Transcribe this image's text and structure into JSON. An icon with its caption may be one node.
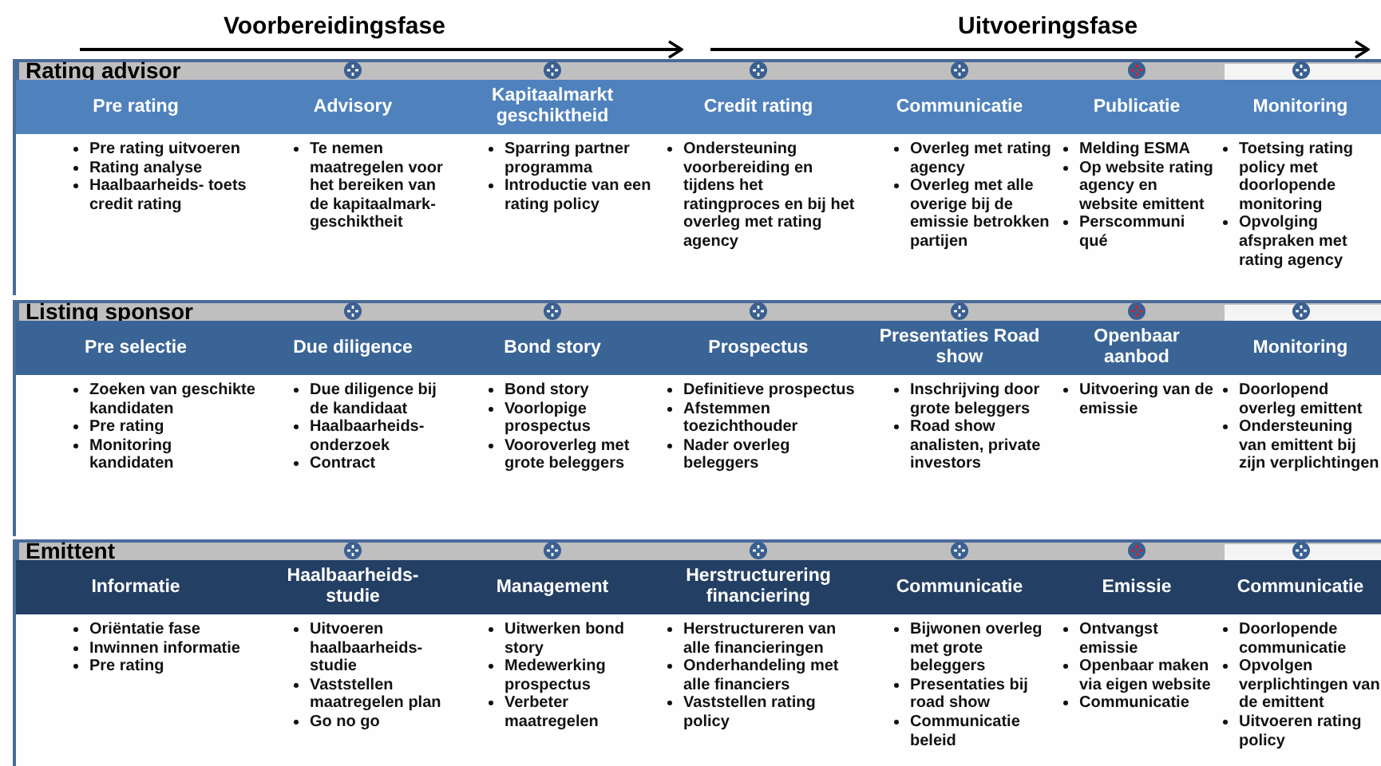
{
  "diagram": {
    "nodes": [
      {
        "text": [
          "Rating advisor"
        ]
      },
      {
        "text": [
          "Pre rating",
          "Pre rating uitvoeren",
          "Rating analyse",
          "Haalbaarheids- toets credit rating"
        ],
        "in": 0
      },
      {
        "text": [
          "Advisory",
          "Te nemen maatregelen voor het bereiken van de kapitaalmark- geschiktheit"
        ],
        "in": 0
      },
      {
        "text": [
          "Kapitaalmarkt geschiktheid",
          "Sparring partner programma",
          "Introductie van een rating policy"
        ],
        "in": 0
      },
      {
        "text": [
          "Credit rating",
          "Ondersteuning voorbereiding en tijdens het ratingproces en bij het overleg met rating agency"
        ],
        "in": 0
      },
      {
        "text": [
          "Communicatie",
          "Overleg met rating agency",
          "Overleg met alle overige bij de emissie betrokken partijen"
        ],
        "in": 0
      },
      {
        "text": [
          "Publicatie",
          "Melding ESMA",
          "Op website rating agency en website emittent",
          "Perscommuni qué"
        ],
        "in": 0
      },
      {
        "text": [
          "Monitoring",
          "Toetsing rating policy met doorlopende monitoring",
          "Opvolging afspraken met rating agency"
        ],
        "in": 0
      },
      {
        "text": [
          "Listing sponsor"
        ]
      },
      {
        "text": [
          "Pre selectie",
          "Zoeken van geschikte kandidaten",
          "Pre rating",
          "Monitoring kandidaten"
        ],
        "in": 8
      },
      {
        "text": [
          "Due diligence",
          "Due diligence bij de kandidaat",
          "Haalbaarheids- onderzoek",
          "Contract"
        ],
        "in": 8
      },
      {
        "text": [
          "Bond story",
          "Bond story",
          "Voorlopige prospectus",
          "Vooroverleg met grote beleggers"
        ],
        "in": 8
      },
      {
        "text": [
          "Prospectus",
          "Definitieve prospectus",
          "Afstemmen toezichthouder",
          "Nader overleg beleggers"
        ],
        "in": 8
      },
      {
        "text": [
          "Presentaties Road show",
          "Inschrijving door grote beleggers",
          "Road show analisten, private investors"
        ],
        "in": 8
      },
      {
        "text": [
          "Openbaar aanbod",
          "Uitvoering van de emissie"
        ],
        "in": 8
      },
      {
        "text": [
          "Monitoring",
          "Doorlopend overleg emittent",
          "Ondersteuning van emittent bij zijn verplichtingen"
        ],
        "in": 8
      },
      {
        "text": [
          "Emittent"
        ]
      },
      {
        "text": [
          "Informatie",
          "Oriëntatie fase",
          "Inwinnen informatie",
          "Pre rating"
        ],
        "in": 16
      },
      {
        "text": [
          "Haalbaarheids- studie",
          "Uitvoeren haalbaarheids- studie",
          "Vaststellen maatregelen plan",
          "Go no go"
        ],
        "in": 16
      },
      {
        "text": [
          "Management",
          "Uitwerken bond story",
          "Medewerking prospectus",
          "Verbeter maatregelen"
        ],
        "in": 16
      },
      {
        "text": [
          "Herstructurering financiering",
          "Herstructureren van alle financieringen",
          "Onderhandeling met alle financiers",
          "Vaststellen rating policy"
        ],
        "in": 16
      },
      {
        "text": [
          "Communicatie",
          "Bijwonen overleg met grote beleggers",
          "Presentaties bij road show",
          "Communicatie beleid"
        ],
        "in": 16
      },
      {
        "text": [
          "Emissie",
          "Ontvangst emissie",
          "Openbaar maken via eigen website",
          "Communicatie"
        ],
        "in": 16
      },
      {
        "text": [
          "Communicatie",
          "Doorlopende communicatie",
          "Opvolgen verplichtingen van de emittent",
          "Uitvoeren rating policy"
        ],
        "in": 16
      }
    ],
    "labels": [
      "Voorbereidingsfase",
      "Uitvoeringsfase"
    ]
  }
}
